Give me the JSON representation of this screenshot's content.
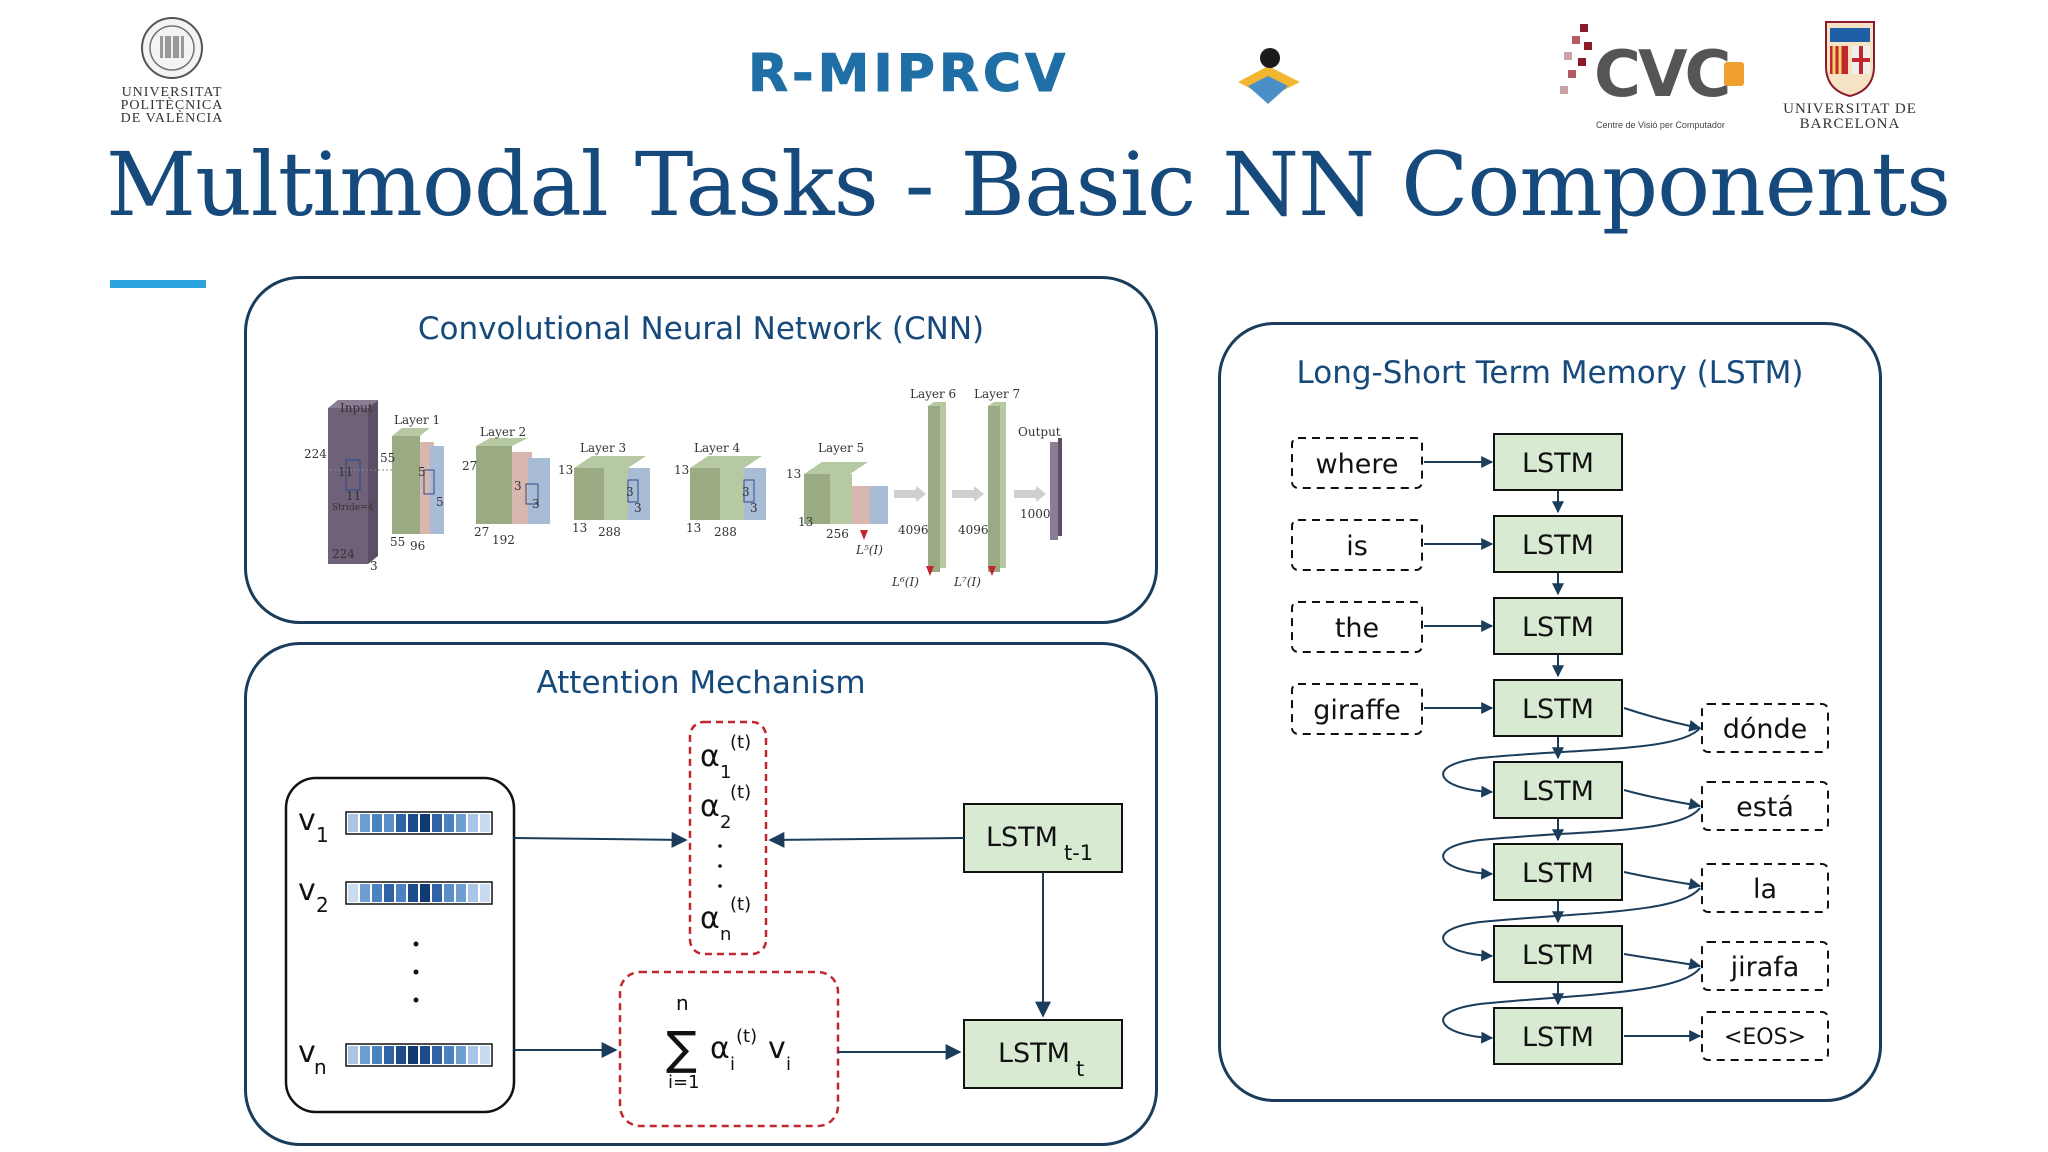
{
  "header": {
    "upv_logo_lines": [
      "UNIVERSITAT",
      "POLITÈCNICA",
      "DE VALÈNCIA"
    ],
    "mip_logo_text": "R-MIPRCV",
    "cvc_logo_text": "CVC",
    "cvc_logo_sub": "Centre de Visió per Computador",
    "ub_logo_lines": [
      "UNIVERSITAT DE",
      "BARCELONA"
    ]
  },
  "title": "Multimodal Tasks  -  Basic NN Components",
  "panels": {
    "cnn": {
      "title": "Convolutional Neural Network (CNN)",
      "labels": {
        "input": "Input",
        "layer1": "Layer 1",
        "layer2": "Layer 2",
        "layer3": "Layer 3",
        "layer4": "Layer 4",
        "layer5": "Layer 5",
        "layer6": "Layer 6",
        "layer7": "Layer 7",
        "output": "Output",
        "n224a": "224",
        "n224b": "224",
        "n3": "3",
        "n11a": "11",
        "n11b": "11",
        "stride": "Stride=4",
        "n55a": "55",
        "n55b": "55",
        "n96": "96",
        "n5a": "5",
        "n5b": "5",
        "n27a": "27",
        "n27b": "27",
        "n192": "192",
        "n3a": "3",
        "n3b": "3",
        "n13a": "13",
        "n13b": "13",
        "n288a": "288",
        "n3c": "3",
        "n3d": "3",
        "n13c": "13",
        "n13d": "13",
        "n288b": "288",
        "n3e": "3",
        "n3f": "3",
        "n13e": "13",
        "n13f": "13",
        "n256": "256",
        "n4096a": "4096",
        "n4096b": "4096",
        "n1000": "1000",
        "l5": "L⁵(I)",
        "l6": "L⁶(I)",
        "l7": "L⁷(I)"
      }
    },
    "attention": {
      "title": "Attention Mechanism",
      "v1": "v",
      "v1_sub": "1",
      "v2": "v",
      "v2_sub": "2",
      "vn": "v",
      "vn_sub": "n",
      "alpha": "α",
      "alpha1_sub": "1",
      "alpha2_sub": "2",
      "alphan_sub": "n",
      "alpha_sup": "(t)",
      "sum_top": "n",
      "sum_sym": "∑",
      "sum_bottom": "i=1",
      "sum_alpha_sub": "i",
      "sum_v": "v",
      "sum_v_sub": "i",
      "lstm_prev": "LSTM",
      "lstm_prev_sub": "t-1",
      "lstm_curr": "LSTM",
      "lstm_curr_sub": "t"
    },
    "lstm": {
      "title": "Long-Short Term Memory (LSTM)",
      "inputs": [
        "where",
        "is",
        "the",
        "giraffe"
      ],
      "cell_label": "LSTM",
      "outputs": [
        "dónde",
        "está",
        "la",
        "jirafa",
        "<EOS>"
      ]
    }
  },
  "colors": {
    "title": "#174a7c",
    "accent": "#2ba3dc",
    "panel_border": "#1a3d5c",
    "lstm_fill": "#d9ead3",
    "arrow": "#1a3d5c",
    "attention_dash": "#c0282d"
  }
}
